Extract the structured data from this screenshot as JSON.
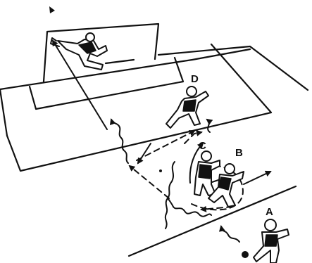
{
  "labels": {
    "player_a": "A",
    "player_b": "B",
    "player_c": "C",
    "player_d": "D"
  },
  "colors": {
    "ink": "#111111",
    "paper": "#ffffff"
  }
}
